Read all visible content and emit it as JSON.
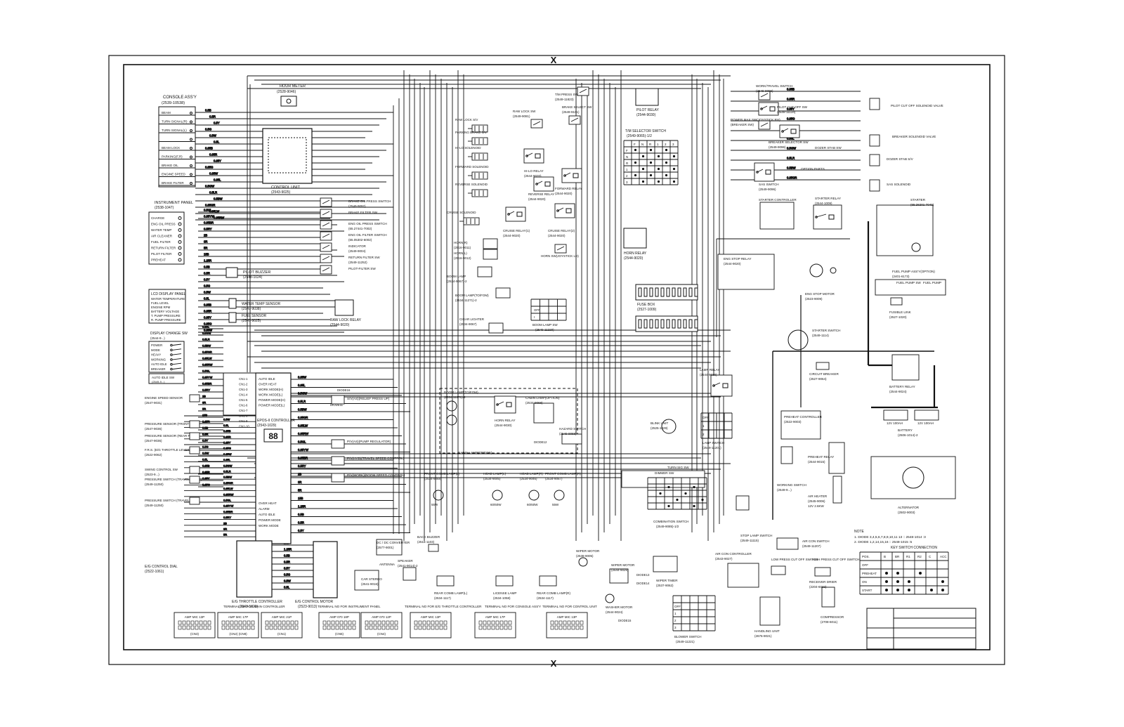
{
  "frame_marks": [
    "X",
    "X"
  ],
  "wire_codes": [
    "0.5B",
    "0.5R",
    "0.5Y",
    "0.5G",
    "0.5W",
    "0.5L",
    "0.85B",
    "0.85R",
    "0.85Y",
    "0.85G",
    "0.85W",
    "0.85L",
    "0.5GW",
    "0.5LR",
    "0.5BW",
    "0.85GR",
    "0.85LW",
    "0.85RW",
    "0.5GL",
    "0.85YW",
    "0.85BR",
    "0.5RY",
    "2B",
    "3R",
    "5R",
    "15B",
    "1.25R"
  ],
  "console": {
    "title": "CONSOLE ASS'Y",
    "part": "(2539-10538)",
    "rows": [
      "BEAM",
      "TURN SIGNAL(R)",
      "TURN SIGNAL(L)",
      "",
      "BEAM LOCK",
      "PARKING(F,R)",
      "BRAKE OIL",
      "ENGINE SPEED",
      "BRAKE FILTER"
    ]
  },
  "hour_meter": {
    "title": "HOUR METER",
    "part": "(2528-9046)"
  },
  "control_unit": {
    "title": "CONTROL UNIT",
    "part": "(2543-9025)"
  },
  "instrument_panel": {
    "title": "INSTRUMENT PANEL",
    "part": "(2538-1047)",
    "lamps": [
      "CHARGE",
      "ENG OIL PRESS",
      "WATER TEMP",
      "AIR CLEANER",
      "FUEL FILTER",
      "RETURN FILTER",
      "PILOT FILTER",
      "PREHEAT"
    ]
  },
  "lcd_panel": {
    "title": "LCD DISPLAY PANEL",
    "lines": [
      "WATER TEMPERATURE",
      "FUEL LEVEL",
      "ENGINE RPM",
      "BATTERY VOLTAGE",
      "T. PUMP PRESSURE",
      "R. PUMP PRESSURE"
    ]
  },
  "display_change": {
    "title": "DISPLAY CHANGE SW",
    "part": "(2544-9...)",
    "rows": [
      "POWER",
      "MODE",
      "HEAVY",
      "WORKING",
      "AUTO IDLE",
      "BREAKER"
    ]
  },
  "auto_idle": {
    "title": "AUTO IDLE SW",
    "part": "(2549-9...)"
  },
  "main_controller": {
    "title": "EPOS-II CONTROLLER",
    "part": "(2543-1029)",
    "display": "88",
    "left_terms": [
      "CN1-1",
      "CN1-2",
      "CN1-3",
      "CN1-4",
      "CN1-5",
      "CN1-6",
      "CN1-7",
      "CN1-8",
      "CN1-9",
      "CN1-10"
    ],
    "funcs": [
      "AUTO IDLE",
      "OVER HEAT",
      "WORK MODE(H)",
      "WORK MODE(L)",
      "POWER MODE(H)",
      "POWER MODE(L)"
    ],
    "right_funcs": [
      "OVER HEAT",
      "ALARM",
      "AUTO IDLE",
      "POWER MODE",
      "WORK MODE"
    ]
  },
  "left_sensors": [
    {
      "name": "ENGINE SPEED SENSOR",
      "part": "(2547-9031)"
    },
    {
      "name": "PRESSURE SENSOR (FRONT PUMP)",
      "part": "(2547-9036)"
    },
    {
      "name": "PRESSURE SENSOR (REAR PUMP)",
      "part": "(2547-9036)"
    },
    {
      "name": "F.R.S. (E/G THROTTLE LEVER)",
      "part": "(2522-9062)"
    },
    {
      "name": "SWING CONTROL SW",
      "part": "(2523-9...)"
    },
    {
      "name": "PRESSURE SWITCH (TRAVEL BRAKE)",
      "part": "(2549-11250)"
    },
    {
      "name": "PRESSURE SWITCH (TRAVEL)",
      "part": "(2549-11250)"
    },
    {
      "name": "E/G CONTROL DIAL",
      "part": "(2522-1061)"
    }
  ],
  "pilot_buzzer": {
    "title": "PILOT BUZZER",
    "part": "(2548-1024)"
  },
  "water_temp_sensor": {
    "title": "WATER TEMP SENSOR",
    "part": "(2547-9038)"
  },
  "fuel_sensor": {
    "title": "FUEL SENSOR",
    "part": "(2547-9025)"
  },
  "raw_lock_relay": {
    "title": "RAW LOCK RELAY",
    "part": "(2544-9020)"
  },
  "pressure_switches": [
    {
      "name": "BRAKE OIL PRESS SWITCH",
      "part": "(2549-9092)"
    },
    {
      "name": "BRAKE FILTER SW",
      "part": ""
    },
    {
      "name": "ENG OIL PRESS SWITCH",
      "part": "(65.27441-7002)"
    },
    {
      "name": "ENG OIL FILTER SWITCH",
      "part": "(65.05302-6002)"
    },
    {
      "name": "INDICATOR",
      "part": "(2549-9004)"
    },
    {
      "name": "RETURN FILTER SW",
      "part": "(2549-11252)"
    },
    {
      "name": "PILOT-FILTER SW",
      "part": ""
    }
  ],
  "solenoids": [
    {
      "name": "RAW LOCK S/V",
      "part": ""
    },
    {
      "name": "PARKING BRAKE S/V",
      "part": ""
    },
    {
      "name": "HI-LO SOLENOID",
      "part": ""
    },
    {
      "name": "FORWARD SOLENOID",
      "part": ""
    },
    {
      "name": "REVERSE SOLENOID",
      "part": ""
    },
    {
      "name": "CRUISE SOLENOID",
      "part": ""
    }
  ],
  "center_relays": {
    "raw_lock_sw": {
      "name": "RAW LOCK SW",
      "part": "(2549-9081)"
    },
    "brake_select": {
      "name": "BRAKE SELECT SW",
      "part": "(2549-9101)"
    },
    "tm_press": {
      "name": "T/M PRESS SW",
      "part": "(2549-11823)"
    },
    "hilo_relay": {
      "name": "HI-LO RELAY",
      "part": "(2544-9020)"
    },
    "reverse_relay": {
      "name": "REVERSE RELAY",
      "part": "(2544-9020)"
    },
    "forward_relay": {
      "name": "FORWARD RELAY",
      "part": "(2544-9020)"
    },
    "cruise_relay1": {
      "name": "CRUISE RELAY(1)",
      "part": "(2544-9020)"
    },
    "cruise_relay2": {
      "name": "CRUISE RELAY(2)",
      "part": "(2544-9020)"
    },
    "horn_r": {
      "name": "HORN(R)",
      "part": "(2516-9011)"
    },
    "horn_l": {
      "name": "HORN(L)",
      "part": "(2516-9012)"
    },
    "horn_sw": {
      "name": "HORN SW(JOYSTICK LH)",
      "part": ""
    },
    "boom_lamp": {
      "name": "BOOM LAMP",
      "part": "(2534-9067)-2"
    },
    "boom_lamp_tc": {
      "name": "BOOM LAMP(TO/FOM)",
      "part": "(2534-11271)-2"
    },
    "boom_lamp_sw": {
      "name": "BOOM LAMP SW",
      "part": "(2549-11220)"
    },
    "cigar": {
      "name": "CIGAR LIGHTER",
      "part": "(2534-9067)"
    }
  },
  "tm_selector": {
    "title": "T/M SELECTOR SWITCH",
    "part": "(2549-9065)-1/2",
    "cols": [
      "F",
      "N",
      "R",
      "1",
      "2",
      "3"
    ],
    "rows": [
      "F",
      "N",
      "R",
      "1",
      "2",
      "3"
    ]
  },
  "pilot_relay": {
    "title": "PILOT RELAY",
    "part": "(2544-9030)"
  },
  "horn_relay": {
    "title": "HORN RELAY",
    "part": "(2544-9020)"
  },
  "fuse_box": {
    "title": "FUSE BOX",
    "part": "(2527-1009)"
  },
  "right_top": {
    "work_travel": {
      "name": "WORK/TRAVEL SWITCH",
      "part": "(2549-9096)"
    },
    "pilot_cut_sw": {
      "name": "PILOT CUT OFF SW",
      "part": "(2549-11134)"
    },
    "pilot_cut_valve": "PILOT CUT OFF SOLENOID VALVE",
    "power_max": {
      "name": "POWER MAX SW(JOYSTICK RH)",
      "part": "(BREAKER SW)"
    },
    "breaker_selector": {
      "name": "BREAKER SELECTOR SW",
      "part": "(2549-9096)"
    },
    "breaker_valve": "BREAKER SOLENOID VALVE",
    "dozer_stab": "DOZER STAB SW",
    "dozer_stab_valve": "DOZER STAB S/V",
    "option_parts": "OPTION PARTS",
    "sas_switch": {
      "name": "SAS SWITCH",
      "part": "(2549-9096)"
    },
    "sas_solenoid": "SAS SOLENOID",
    "starter_controller": "STARTER CONTROLLER",
    "starter_relay": {
      "name": "STARTER RELAY",
      "part": "(2544-1009)"
    },
    "starter": {
      "name": "STARTER",
      "part": "(65.26201-7049)"
    },
    "eng_stop_relay": {
      "name": "ENG STOP RELAY",
      "part": "(2544-9020)"
    },
    "eng_stop_motor": {
      "name": "ENG STOP MOTOR",
      "part": "(2523-9009)"
    },
    "fuel_pump": {
      "name": "FUEL PUMP ASS'Y(OPTION)",
      "part": "(2401-6173)"
    },
    "fuel_pump_sw": "FUEL PUMP SW",
    "fuel_pump_lbl": "FUEL PUMP",
    "fusible_link": {
      "name": "FUSIBLE LINK",
      "part": "(2527-1020)"
    },
    "starter_switch": {
      "name": "STARTER SWITCH",
      "part": "(2549-1114)"
    },
    "circuit_breaker": {
      "name": "CIRCUIT BREAKER",
      "part": "(2527-9064)"
    },
    "battery_relay": {
      "name": "BATTERY RELAY",
      "part": "(2544-9024)"
    },
    "battery": {
      "name": "BATTERY",
      "part": "(2506-1014)-2",
      "cells": [
        "12V 100AH",
        "12V 100AH"
      ]
    },
    "preheat_controller": {
      "name": "PREHEAT CONTROLLER",
      "part": "(2522-9003)"
    },
    "preheat_relay": {
      "name": "PREHEAT RELAY",
      "part": "(2544-9015)"
    },
    "air_heater": {
      "name": "AIR HEATER",
      "part": "(2545-9006)",
      "spec": "12V 2.6KW"
    },
    "alternator": {
      "name": "ALTERNATOR",
      "part": "(2502-9003)"
    },
    "air_con_switch": {
      "name": "AIR CON SWITCH",
      "part": "(2549-11207)"
    },
    "compressor": {
      "name": "COMPRESSOR",
      "part": "(2708-6011)"
    },
    "receiver_drier": {
      "name": "RECEIVER DRIER",
      "part": "(2204-6032)"
    },
    "press_sw": [
      "LOW PRESS CUT OFF SWITCH",
      "HIGH PRESS CUT OFF SWITCH"
    ],
    "air_con_controller": {
      "name": "AIR CON CONTROLLER",
      "part": "(2543-9027)"
    },
    "handling_unit": {
      "name": "HANDLING UNIT",
      "part": "(2676-9021)"
    },
    "blower_switch": {
      "name": "BLOWER SWITCH",
      "part": "(2549-11221)",
      "rows": [
        "OFF",
        "1",
        "2",
        "3"
      ]
    }
  },
  "mid_lower": {
    "boom_lamp_grp": {
      "title": "BOOM LAMP(TO/FOM)",
      "part": "(2534-11271)-2"
    },
    "horn_relay2": {
      "name": "HORN RELAY",
      "part": "(2544-9030)"
    },
    "cabin_lamp": {
      "name": "CABIN LAMP(OPTION)",
      "part": "(2534-9068)"
    },
    "cabin_lamp_lbl": "CABIN LAMP(OPTION)",
    "hazard_sw": {
      "name": "HAZARD SWITCH",
      "part": "(2549-9068)"
    },
    "blink_unit": {
      "name": "BLINK UNIT",
      "part": "(2525-1029)"
    },
    "lamp_relay": {
      "name": "LAMP RELAY",
      "part": "(2544-9030)"
    },
    "lamp_switch": {
      "name": "LAMP SWITCH",
      "part": "(2549-11201)",
      "rows": [
        "OFF",
        "1",
        "2"
      ]
    },
    "turn_sig_sw": "TURN SIG SW",
    "dimmer_sw": "DIMMER SW",
    "combination_switch": {
      "name": "COMBINATION SWITCH",
      "part": "(2549-9085)-1/2"
    },
    "working_switch": {
      "name": "WORKING SWITCH",
      "part": "(2549-9...)"
    },
    "stop_lamp_switch": {
      "name": "STOP LAMP SWITCH",
      "part": "(2549-11115)"
    },
    "e_valves": [
      "P/V(AS)(PUMP REGULATOR)",
      "P/V(HYD)(TRAVEL SPEED CONTROL)",
      "P/V(WORK)(BOOM SPEED CONTROL)"
    ],
    "relief_valve": "S/V(AS)(RELIEF PRESS UP)",
    "front_comb_l": {
      "name": "FRONT COMB LAMP(L)",
      "part": "(2534-9068)"
    },
    "head_lamp_l": {
      "name": "HEAD LAMP(L)",
      "part": "(2534-9046)"
    },
    "head_lamp_r": {
      "name": "HEAD LAMP(R)",
      "part": "(2534-9046)"
    },
    "front_comb_r": {
      "name": "FRONT COMB LAMP(R)",
      "part": "(2534-9067)"
    },
    "rear_comb_l": {
      "name": "REAR COMB LAMP(L)",
      "part": "(2534-1117)"
    },
    "license_lamp": {
      "name": "LICENSE LAMP",
      "part": "(2534-1058)"
    },
    "rear_comb_r": {
      "name": "REAR COMB LAMP(R)",
      "part": "(2534-1117)"
    },
    "lamp_specs": [
      "55W",
      "60/60W",
      "60/60W",
      "55W"
    ],
    "back_buzzer": {
      "name": "BACK BUZZER",
      "part": "(2516-1103)"
    },
    "dc_converter": {
      "name": "DC / DC CONVERTER",
      "part": "(2577-9001)"
    },
    "speaker": {
      "name": "SPEAKER",
      "part": "(2541-9014)-2"
    },
    "antenna": "ANTENNA",
    "car_stereo": {
      "name": "CAR STEREO",
      "part": "(2541-9016)"
    },
    "wiper_motor": {
      "name": "WIPER MOTOR",
      "part": "(2538-9005)"
    },
    "wiper_motor2": {
      "name": "WIPER MOTOR",
      "part": "(2544-9029)"
    },
    "wiper_timer": {
      "name": "WIPER TIMER",
      "part": "(2537-9062)"
    },
    "washer_motor": {
      "name": "WASHER MOTOR",
      "part": "(2544-9024)"
    },
    "throttle_controller": {
      "name": "E/G THROTTLE CONTROLLER",
      "part": "(2543-1020)"
    },
    "control_motor": {
      "name": "E/G CONTROL MOTOR",
      "part": "(2523-9013)"
    },
    "eg_control_dial": {
      "name": "E/G CONTROL DIAL",
      "part": "(2522-1061)"
    },
    "diodes": [
      "DIODE11",
      "DIODE12",
      "DIODE13",
      "DIODE14",
      "DIODE15",
      "DIODE16"
    ]
  },
  "terminals": {
    "captions": [
      "TERMINAL NO FOR MAIN CONTROLLER",
      "TERMINAL NO FOR INSTRUMENT PANEL",
      "TERMINAL NO FOR E/G THROTTLE CONTROLLER",
      "TERMINAL NO FOR CONSOLE ASS'Y",
      "TERMINAL NO FOR CONTROL UNIT"
    ],
    "connectors": [
      {
        "type": "AMP MIC 13P",
        "id": "(CN3)"
      },
      {
        "type": "AMP MIC 17P",
        "id": "(CN2) (CN8)"
      },
      {
        "type": "AMP MIC 21P",
        "id": "(CN1)"
      },
      {
        "type": "AMP 070 18P",
        "id": "(CN5)"
      },
      {
        "type": "AMP 070 12P",
        "id": "(CN4)"
      },
      {
        "type": "AMP MIC 13P",
        "id": ""
      },
      {
        "type": "AMP MIC 17P",
        "id": ""
      },
      {
        "type": "AMP MIC 13P",
        "id": ""
      }
    ]
  },
  "notes": {
    "title": "NOTE",
    "lines": [
      "1. DIODE 3,4,5,6,7,8,9,10,11 13 :: 2548-1014 :3",
      "2. DIODE 1,2,14,15,16 :: 2548-1015 :5"
    ]
  },
  "key_switch": {
    "title": "KEY SWITCH CONNECTION",
    "cols": [
      "POS.",
      "B",
      "BR",
      "R1",
      "R2",
      "C",
      "ACC"
    ],
    "rows": [
      "OFF",
      "PREHEAT",
      "ON",
      "START"
    ],
    "marks": [
      [
        0,
        0,
        0,
        0,
        0,
        0
      ],
      [
        1,
        1,
        0,
        1,
        0,
        0
      ],
      [
        1,
        1,
        1,
        0,
        0,
        1
      ],
      [
        1,
        1,
        1,
        0,
        1,
        1
      ]
    ]
  }
}
